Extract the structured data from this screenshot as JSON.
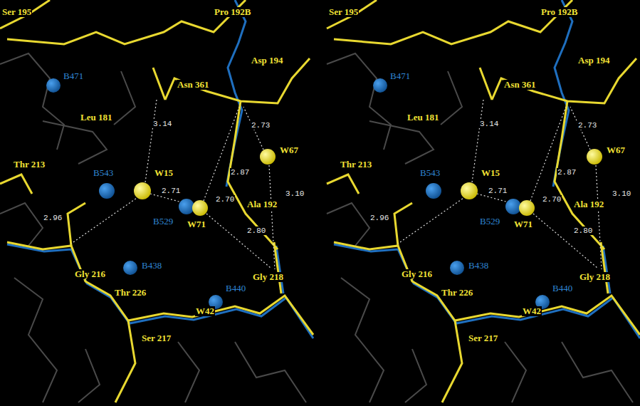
{
  "diagram": {
    "labels": [
      "Ser 195",
      "Pro 192B",
      "Asp 194",
      "B471",
      "Asn 361",
      "Leu 181",
      "3.14",
      "2.73",
      "W67",
      "Thr 213",
      "B543",
      "W15",
      "2.87",
      "2.71",
      "2.70",
      "B529",
      "W71",
      "Ala 192",
      "3.10",
      "2.96",
      "2.80",
      "Gly 218",
      "B438",
      "Gly 216",
      "B440",
      "Thr 226",
      "W42",
      "Ser 217",
      "Ser 195",
      "Pro 192B",
      "Asp 194",
      "B471",
      "Asn 361",
      "Leu 181",
      "3.14",
      "2.73",
      "W67",
      "Thr 213",
      "B543",
      "W15",
      "2.87",
      "2.71",
      "2.70",
      "B529",
      "W71",
      "Ala 192",
      "3.10",
      "2.96",
      "2.80",
      "Gly 218",
      "B438",
      "Gly 216",
      "B440",
      "Thr 226",
      "W42",
      "Ser 217"
    ]
  }
}
